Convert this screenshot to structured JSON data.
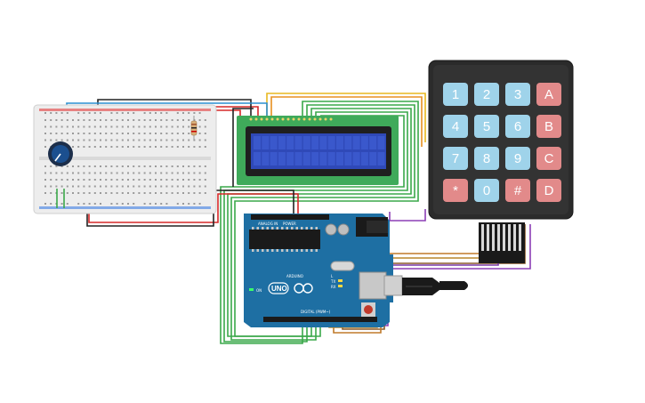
{
  "colors": {
    "board_blue": "#1e6fa3",
    "lcd_pcb": "#3faa5a",
    "lcd_screen": "#2f49b8",
    "keypad_body": "#2b2b2b",
    "key_blue": "#9fd3ea",
    "key_red": "#e28a8a",
    "breadboard": "#f2f2f2",
    "pot_knob": "#1b4f8f"
  },
  "keypad": {
    "rows": [
      [
        {
          "label": "1",
          "kind": "num"
        },
        {
          "label": "2",
          "kind": "num"
        },
        {
          "label": "3",
          "kind": "num"
        },
        {
          "label": "A",
          "kind": "letter"
        }
      ],
      [
        {
          "label": "4",
          "kind": "num"
        },
        {
          "label": "5",
          "kind": "num"
        },
        {
          "label": "6",
          "kind": "num"
        },
        {
          "label": "B",
          "kind": "letter"
        }
      ],
      [
        {
          "label": "7",
          "kind": "num"
        },
        {
          "label": "8",
          "kind": "num"
        },
        {
          "label": "9",
          "kind": "num"
        },
        {
          "label": "C",
          "kind": "letter"
        }
      ],
      [
        {
          "label": "*",
          "kind": "letter"
        },
        {
          "label": "0",
          "kind": "num"
        },
        {
          "label": "#",
          "kind": "letter"
        },
        {
          "label": "D",
          "kind": "letter"
        }
      ]
    ]
  },
  "arduino": {
    "logo_text": "UNO",
    "brand_text": "ARDUINO",
    "digital_label": "DIGITAL (PWM~)",
    "power_label": "POWER",
    "analog_label": "ANALOG IN",
    "on_label": "ON",
    "tx_label": "TX",
    "rx_label": "RX",
    "l_label": "L"
  }
}
